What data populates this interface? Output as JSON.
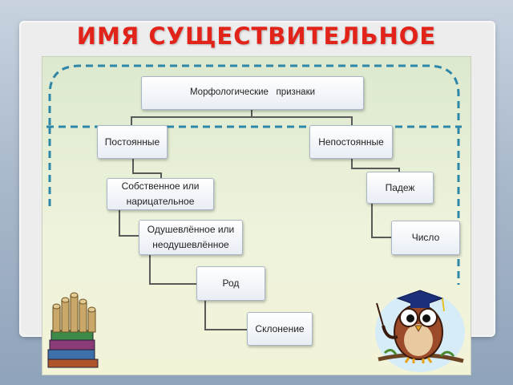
{
  "slide": {
    "title": "ИМЯ СУЩЕСТВИТЕЛЬНОЕ"
  },
  "diagram": {
    "root": "Морфологические   признаки",
    "permanent": {
      "label": "Постоянные",
      "items": [
        "Собственное или нарицательное",
        "Одушевлённое или неодушевлённое",
        "Род",
        "Склонение"
      ]
    },
    "non_permanent": {
      "label": "Непостоянные",
      "items": [
        "Падеж",
        "Число"
      ]
    }
  },
  "colors": {
    "title": "#e2231a",
    "dashed_border": "#2e86a8",
    "panel_bg": "#e6eed6"
  },
  "decorations": {
    "owl": "owl-with-graduation-cap-icon",
    "books": "stack-of-books-and-scrolls-icon"
  }
}
